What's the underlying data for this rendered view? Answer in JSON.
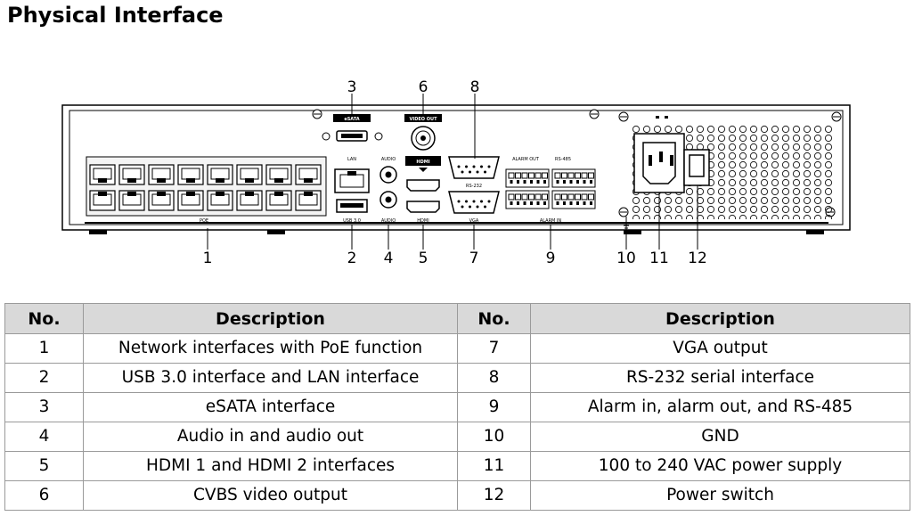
{
  "title": "Physical Interface",
  "diagram": {
    "callouts": [
      "1",
      "2",
      "3",
      "4",
      "5",
      "6",
      "7",
      "8",
      "9",
      "10",
      "11",
      "12"
    ],
    "panel_labels": {
      "esata": "eSATA",
      "video_out": "VIDEO OUT",
      "lan": "LAN",
      "audio": "AUDIO",
      "hdmi": "HDMI",
      "rs232": "RS-232",
      "alarm_out": "ALARM OUT",
      "rs485": "RS-485",
      "poe": "POE",
      "usb": "USB 3.0",
      "audio_bottom": "AUDIO",
      "hdmi_bottom": "HDMI",
      "vga": "VGA",
      "alarm_in": "ALARM IN"
    }
  },
  "table": {
    "headers": [
      "No.",
      "Description",
      "No.",
      "Description"
    ],
    "rows": [
      {
        "no1": "1",
        "desc1": "Network interfaces with PoE function",
        "no2": "7",
        "desc2": "VGA output"
      },
      {
        "no1": "2",
        "desc1": "USB 3.0 interface and LAN interface",
        "no2": "8",
        "desc2": "RS-232 serial interface"
      },
      {
        "no1": "3",
        "desc1": "eSATA interface",
        "no2": "9",
        "desc2": "Alarm in, alarm out, and RS-485"
      },
      {
        "no1": "4",
        "desc1": "Audio in and audio out",
        "no2": "10",
        "desc2": "GND"
      },
      {
        "no1": "5",
        "desc1": "HDMI 1 and HDMI 2 interfaces",
        "no2": "11",
        "desc2": "100 to 240 VAC power supply"
      },
      {
        "no1": "6",
        "desc1": "CVBS video output",
        "no2": "12",
        "desc2": "Power switch"
      }
    ]
  }
}
